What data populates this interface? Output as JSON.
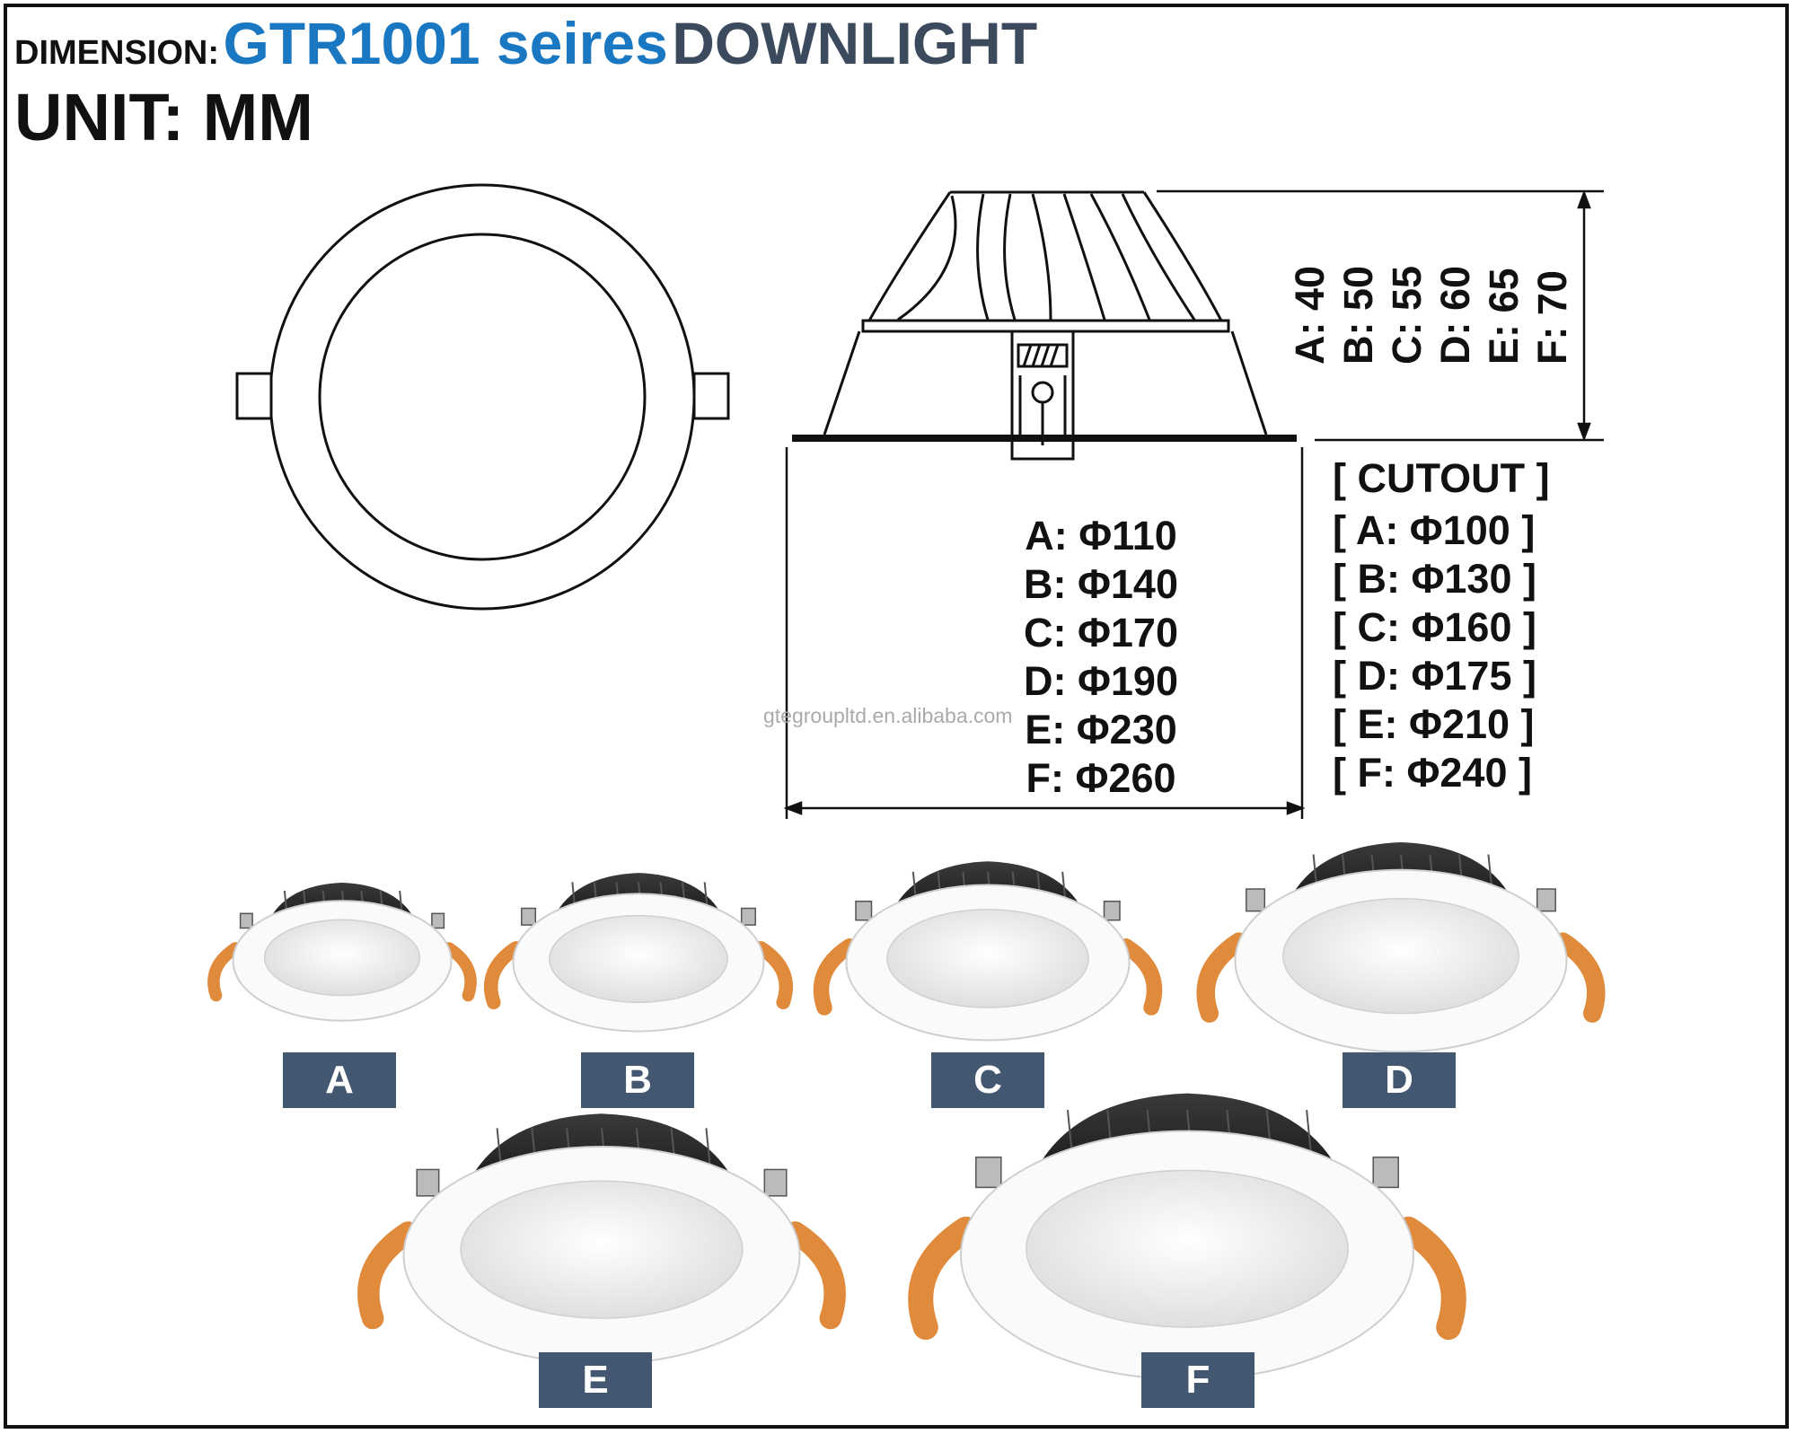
{
  "header": {
    "dimension_label": "DIMENSION:",
    "model": "GTR1001 seires",
    "product": "DOWNLIGHT",
    "unit": "UNIT: MM"
  },
  "heights": [
    "A: 40",
    "B: 50",
    "C: 55",
    "D: 60",
    "E: 65",
    "F: 70"
  ],
  "sizes": [
    "A: Φ110",
    "B: Φ140",
    "C: Φ170",
    "D: Φ190",
    "E: Φ230",
    "F: Φ260"
  ],
  "cutout": {
    "title": "[ CUTOUT ]",
    "items": [
      "[ A: Φ100 ]",
      "[ B: Φ130 ]",
      "[ C: Φ160 ]",
      "[ D: Φ175 ]",
      "[ E: Φ210 ]",
      "[ F: Φ240 ]"
    ]
  },
  "watermark": "gtegroupltd.en.alibaba.com",
  "models": [
    "A",
    "B",
    "C",
    "D",
    "E",
    "F"
  ],
  "colors": {
    "model_blue": "#1a78c2",
    "product_gray": "#3b4a5c",
    "badge": "#445771",
    "clip": "#e08a3c"
  }
}
